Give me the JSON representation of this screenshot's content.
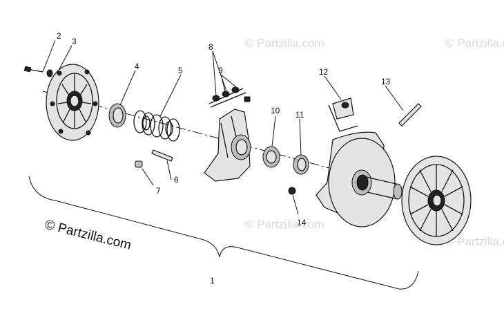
{
  "watermark": {
    "text": "© Partzilla.com"
  },
  "copyright": {
    "text": "© Partzilla.com"
  },
  "callouts": [
    "1",
    "2",
    "3",
    "4",
    "5",
    "6",
    "7",
    "8",
    "9",
    "10",
    "11",
    "12",
    "13",
    "14"
  ]
}
